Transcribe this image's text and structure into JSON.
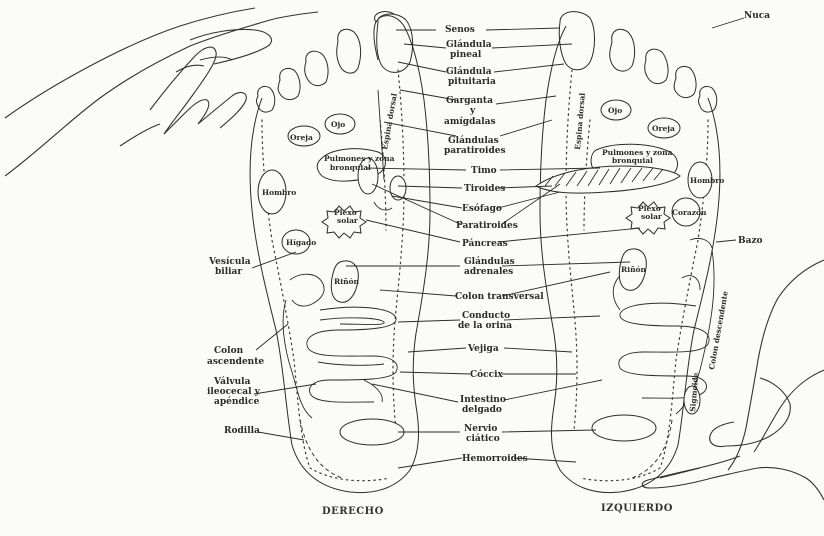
{
  "labels": {
    "senos": "Senos",
    "glandula_pineal_1": "Glándula",
    "glandula_pineal_2": "pineal",
    "glandula_pituitaria_1": "Glándula",
    "glandula_pituitaria_2": "pituitaria",
    "garganta_1": "Garganta",
    "garganta_2": "y",
    "amigdalas": "amígdalas",
    "paratiroides_1": "Glándulas",
    "paratiroides_2": "paratiroides",
    "timo": "Timo",
    "tiroides": "Tiroides",
    "esofago": "Esófago",
    "paratiroides_b": "Paratiroides",
    "pancreas": "Páncreas",
    "suprarrenales_1": "Glándulas",
    "suprarrenales_2": "adrenales",
    "colon_transversal": "Colon transversal",
    "conducto_1": "Conducto",
    "conducto_2": "de la orina",
    "vejiga": "Vejiga",
    "coccix": "Cóccix",
    "intestino_1": "Intestino",
    "intestino_2": "delgado",
    "nervio_1": "Nervio",
    "nervio_2": "ciático",
    "hemorroides": "Hemorroides",
    "vesicula_1": "Vesícula",
    "vesicula_2": "biliar",
    "colon_asc_1": "Colon",
    "colon_asc_2": "ascendente",
    "valvula_1": "Válvula",
    "valvula_2": "ileocecal y",
    "valvula_3": "apéndice",
    "rodilla": "Rodilla",
    "bazo": "Bazo",
    "nuca": "Nuca"
  },
  "foot_labels": {
    "oreja_r": "Oreja",
    "ojo_r": "Ojo",
    "pulmones_r_1": "Pulmones y zona",
    "pulmones_r_2": "bronquial",
    "hombro_r": "Hombro",
    "plexo_r_1": "Plexo",
    "plexo_r_2": "solar",
    "higado_r": "Hígado",
    "rinon_r": "Riñón",
    "vejiga_inv_r": "Espina dorsal",
    "ojo_l": "Ojo",
    "oreja_l": "Oreja",
    "pulmones_l_1": "Pulmones y zona",
    "pulmones_l_2": "bronquial",
    "hombro_l": "Hombro",
    "plexo_l_1": "Plexo",
    "plexo_l_2": "solar",
    "corazon_l": "Corazón",
    "rinon_l": "Riñón",
    "colon_desc_l": "Colon descendente",
    "sigmoide_l": "Sigmoide",
    "espina_l": "Espina dorsal"
  },
  "captions": {
    "right_foot": "DERECHO",
    "left_foot": "IZQUIERDO"
  }
}
